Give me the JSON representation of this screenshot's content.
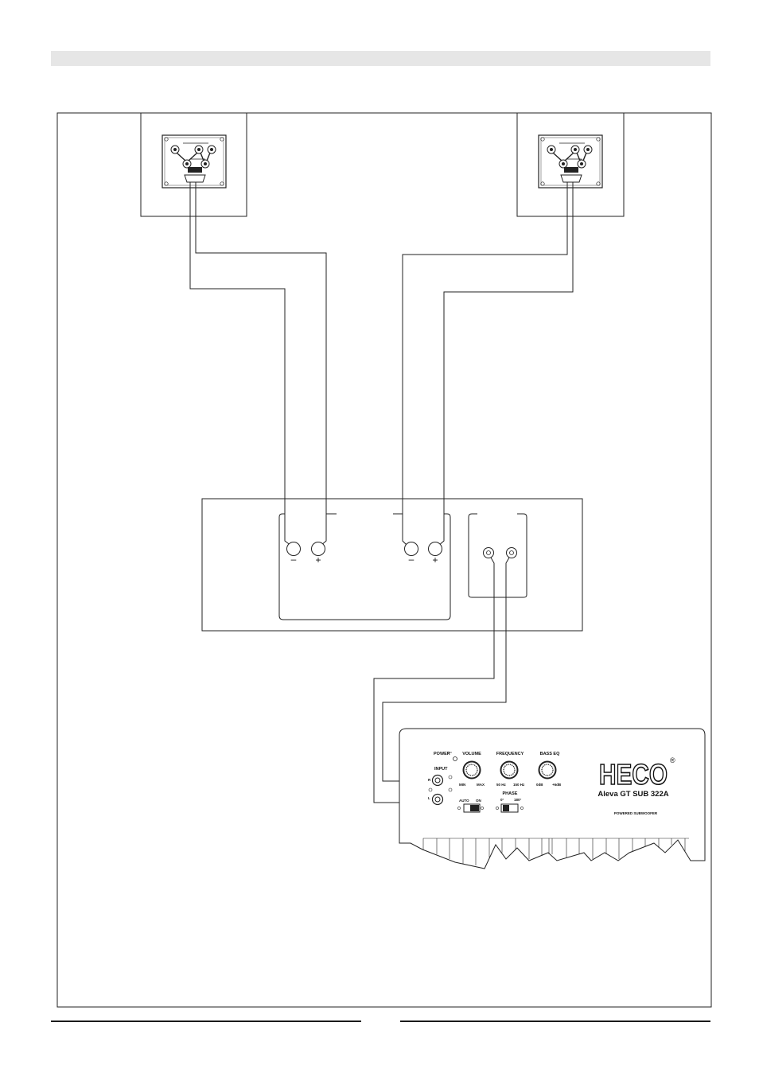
{
  "amplifier": {
    "left_minus": "–",
    "left_plus": "+",
    "right_minus": "–",
    "right_plus": "+"
  },
  "subwoofer": {
    "brand": "HECO",
    "registered_mark": "®",
    "model": "Aleva GT SUB 322A",
    "type_label": "POWERED SUBWOOFER",
    "power_label": "POWER",
    "input_label": "INPUT",
    "input_r": "R",
    "input_l": "L",
    "volume_label": "VOLUME",
    "volume_min": "MIN",
    "volume_max": "MAX",
    "frequency_label": "FREQUENCY",
    "frequency_low": "50 Hz",
    "frequency_high": "150 Hz",
    "bass_eq_label": "BASS EQ",
    "bass_eq_low": "0dB",
    "bass_eq_high": "+6dB",
    "phase_label": "PHASE",
    "phase_0": "0°",
    "phase_180": "180°",
    "auto_label": "AUTO",
    "on_label": "ON"
  }
}
